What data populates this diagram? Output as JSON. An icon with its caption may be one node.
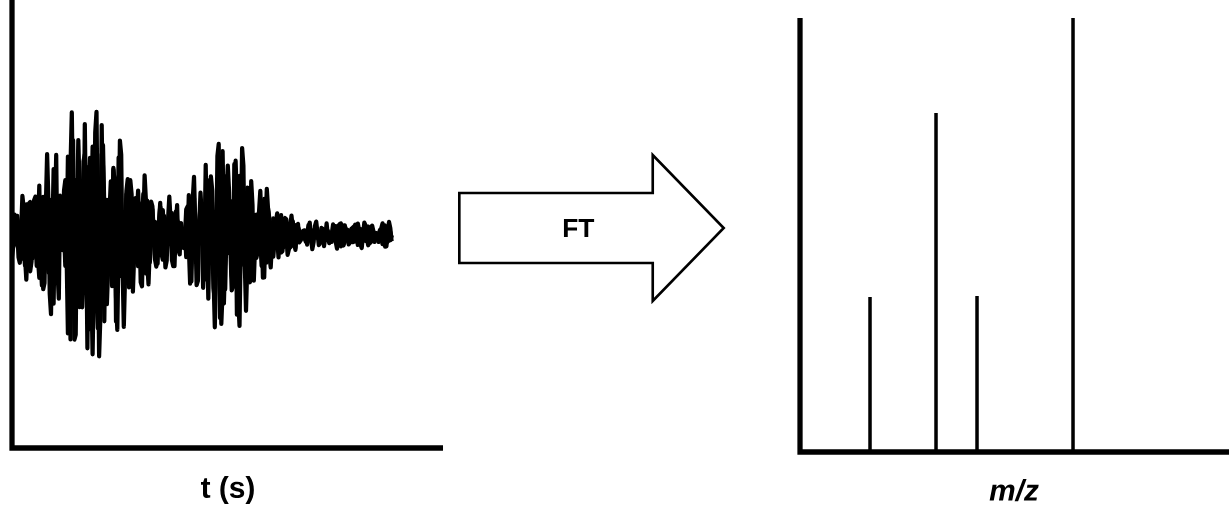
{
  "diagram": {
    "nodes": [
      {
        "text": [],
        "shape": "picture",
        "beside": [
          "t (s)"
        ]
      },
      {
        "text": [],
        "shape": "picture",
        "beside": [
          "m/z"
        ]
      }
    ],
    "edges": [
      {
        "from": 0,
        "to": 1,
        "arrow": "to",
        "label": "FT"
      }
    ]
  }
}
